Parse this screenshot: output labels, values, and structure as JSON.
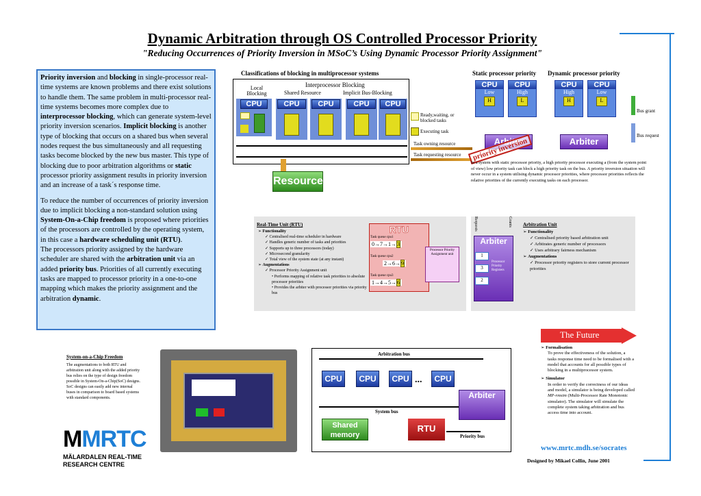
{
  "header": {
    "title": "Dynamic Arbitration through OS Controlled Processor Priority",
    "subtitle": "\"Reducing Occurrences of Priority Inversion in MSoC’s Using Dynamic Processor Priority Assignment\""
  },
  "intro": {
    "p1_parts": [
      "Priority inversion",
      " and ",
      "blocking",
      " in single-processor real-time systems are known problems and there exist solutions to handle them. The same problem in multi-processor real-time systems becomes more complex due to ",
      "interprocessor blocking",
      ", which can generate system-level priority inversion scenarios. ",
      "Implicit blocking",
      " is another type of  blocking that occurs on a shared bus when several nodes request the bus simultaneously and all requesting tasks become blocked by the new bus master. This type of blocking due to poor arbitration algorithms or ",
      "static",
      " processor priority assignment results in priority inversion and an increase of a task´s response time."
    ],
    "p2_parts": [
      "To reduce the number of occurrences of priority inversion due to implicit blocking a non-standard solution using ",
      "System-On-a-Chip freedom",
      " is proposed where priorities of the processors are controlled by the operating system, in this case a ",
      "hardware scheduling unit (RTU)",
      ".",
      "The processors priority assigned by the hardware scheduler are shared with the ",
      "arbitration unit",
      " via an added ",
      "priority bus",
      ". Priorities of all currently executing tasks are mapped to processor priority in a one-to-one mapping which makes the priority assignment and the arbitration ",
      "dynamic",
      "."
    ]
  },
  "blocking": {
    "heading": "Classifications of blocking in multiprocessor systems",
    "interprocessor": "Interprocessor Blocking",
    "local": "Local Blocking",
    "shared": "Shared Resource",
    "implicit": "Implicit Bus-Blocking",
    "cpu": "CPU",
    "resource": "Resource",
    "legend": [
      "Ready,waiting, or blocked tasks",
      "Executing task",
      "Task owning resource",
      "Task requesting resource"
    ]
  },
  "priority": {
    "static_heading": "Static processor priority",
    "dynamic_heading": "Dynamic processor priority",
    "cpus_static": [
      {
        "prio": "Low",
        "task": "H"
      },
      {
        "prio": "High",
        "task": "L"
      }
    ],
    "cpus_dynamic": [
      {
        "prio": "High",
        "task": "H"
      },
      {
        "prio": "Low",
        "task": "L"
      }
    ],
    "arbiter": "Arbiter",
    "stamp": "priority inversion",
    "bus_grant": "Bus grant",
    "bus_request": "Bus request",
    "note": "In a system with static processor priority, a high priority processor executing a (from the system point of view) low priority task can block a high priority task on the bus.  A priority inversion situation will never occur in a system utilising dynamic processor priorities, where processor priorities reflects the relative priorities of the currently executing tasks on each processor."
  },
  "rtu": {
    "heading": "Real-Time Unit (RTU)",
    "functionality": "Functionality",
    "func_items": [
      "Centralised real-time scheduler in hardware",
      "Handles generic number of tasks and priorities",
      "Supports up to three processors (today)",
      "Microsecond granularity",
      "Total view of the system state (at any instant)"
    ],
    "augmentations": "Augmentations",
    "aug_item": "Processor Priority Assignment unit",
    "aug_sub": [
      "Performs mapping of relative task priorities to absolute processor priorities",
      "Provides the arbiter with processor priorities via priority bus"
    ],
    "title": "RTU",
    "queues": [
      {
        "label": "Task queue cpu1",
        "items": [
          "0",
          "7",
          "1",
          "3"
        ]
      },
      {
        "label": "Task queue cpu2",
        "items": [
          "2",
          "6",
          "9"
        ]
      },
      {
        "label": "Task queue cpu3",
        "items": [
          "1",
          "4",
          "5",
          "6"
        ]
      }
    ],
    "ppa": "Processor Priority Assignment unit",
    "regs": [
      "1",
      "3",
      "2"
    ],
    "ppr": "Processor Priority Registers",
    "requests": "Requests",
    "grants": "Grants",
    "arbiter": "Arbiter"
  },
  "arb_unit": {
    "heading": "Arbitration Unit",
    "functionality": "Functionality",
    "func_items": [
      "Centralised priority based arbitration unit",
      "Arbitrates generic number of processors",
      "Uses arbitrary fairness mechanism"
    ],
    "augmentations": "Augmentations",
    "aug_items": [
      "Processor priority registers to store current processor priorities"
    ]
  },
  "soc": {
    "heading": "System-on-a-Chip Freedom",
    "text": "The augmentations to both RTU and arbitration unit along with the added priority bus relies on the type of design freedom possible in System-On-a-Chip(SoC) designs. SoC designs can easily add new internal buses in comparison to board based systems with standard components."
  },
  "system": {
    "arb_bus": "Arbitration bus",
    "sys_bus": "System bus",
    "prio_bus": "Priority bus",
    "cpu": "CPU",
    "dots": "...",
    "arbiter": "Arbiter",
    "shared": "Shared memory",
    "rtu": "RTU"
  },
  "future": {
    "title": "The Future",
    "formal_h": "Formalisation",
    "formal_t": "To prove the effectiveness of the solution, a tasks response time need to be formalised with a model that accounts for all possible types of blocking in a multiprocessor system.",
    "sim_h": "Simulator",
    "sim_t1": "In order to verify the correctness of our ideas and model, a simulator is being developed called ",
    "sim_em": "MP-rmsim",
    "sim_t2": " (Multi-Processor Rate Monotonic simulator). The simulator will simulate the complete system taking arbitration and bus access time into account."
  },
  "footer": {
    "url": "www.mrtc.mdh.se/socrates",
    "credit": "Designed by Mikael Collin, June 2001",
    "logo": "MRTC",
    "logo_sub1": "MÄLARDALEN REAL-TIME",
    "logo_sub2": "RESEARCH CENTRE"
  },
  "colors": {
    "accent": "#1e7fd6",
    "intro_bg": "#cfe7fb",
    "cpu": "#2e50c0",
    "arbiter": "#7a42c2",
    "resource": "#3e9a2a",
    "rtu": "#c0201a",
    "future": "#e43030"
  }
}
